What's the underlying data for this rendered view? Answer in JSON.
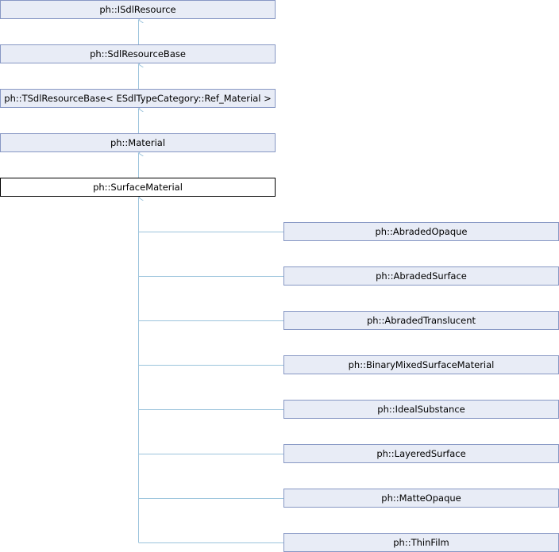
{
  "diagram": {
    "ancestors": [
      {
        "label": "ph::ISdlResource"
      },
      {
        "label": "ph::SdlResourceBase"
      },
      {
        "label": "ph::TSdlResourceBase< ESdlTypeCategory::Ref_Material >"
      },
      {
        "label": "ph::Material"
      }
    ],
    "current": {
      "label": "ph::SurfaceMaterial"
    },
    "derived": [
      {
        "label": "ph::AbradedOpaque"
      },
      {
        "label": "ph::AbradedSurface"
      },
      {
        "label": "ph::AbradedTranslucent"
      },
      {
        "label": "ph::BinaryMixedSurfaceMaterial"
      },
      {
        "label": "ph::IdealSubstance"
      },
      {
        "label": "ph::LayeredSurface"
      },
      {
        "label": "ph::MatteOpaque"
      },
      {
        "label": "ph::ThinFilm"
      }
    ],
    "colors": {
      "node_fill": "#e8ecf6",
      "node_border": "#8797c4",
      "current_fill": "#ffffff",
      "current_border": "#000000",
      "edge": "#9cc4dc"
    }
  }
}
